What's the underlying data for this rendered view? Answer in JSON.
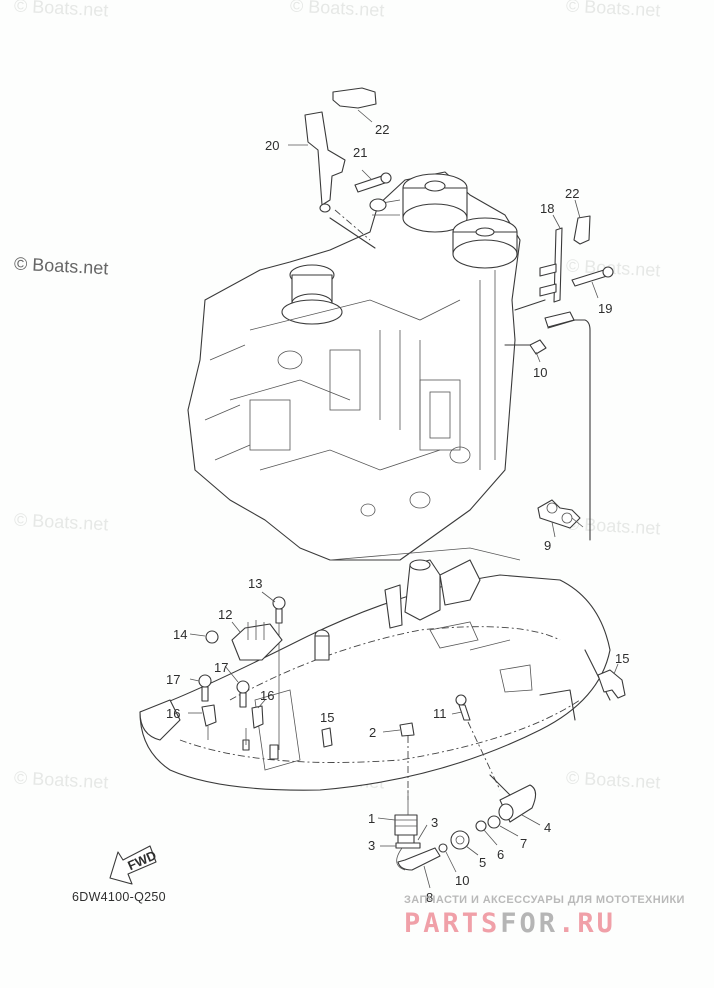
{
  "diagram": {
    "title_code": "6DW4100-Q250",
    "fwd_label": "FWD",
    "callouts": [
      {
        "id": "c22a",
        "text": "22"
      },
      {
        "id": "c20",
        "text": "20"
      },
      {
        "id": "c21",
        "text": "21"
      },
      {
        "id": "c22b",
        "text": "22"
      },
      {
        "id": "c18",
        "text": "18"
      },
      {
        "id": "c19",
        "text": "19"
      },
      {
        "id": "c10a",
        "text": "10"
      },
      {
        "id": "c9",
        "text": "9"
      },
      {
        "id": "c13",
        "text": "13"
      },
      {
        "id": "c12",
        "text": "12"
      },
      {
        "id": "c14",
        "text": "14"
      },
      {
        "id": "c17a",
        "text": "17"
      },
      {
        "id": "c17b",
        "text": "17"
      },
      {
        "id": "c16a",
        "text": "16"
      },
      {
        "id": "c16b",
        "text": "16"
      },
      {
        "id": "c15a",
        "text": "15"
      },
      {
        "id": "c15b",
        "text": "15"
      },
      {
        "id": "c11",
        "text": "11"
      },
      {
        "id": "c2",
        "text": "2"
      },
      {
        "id": "c1",
        "text": "1"
      },
      {
        "id": "c3a",
        "text": "3"
      },
      {
        "id": "c3b",
        "text": "3"
      },
      {
        "id": "c4",
        "text": "4"
      },
      {
        "id": "c7",
        "text": "7"
      },
      {
        "id": "c6",
        "text": "6"
      },
      {
        "id": "c5",
        "text": "5"
      },
      {
        "id": "c10b",
        "text": "10"
      },
      {
        "id": "c8",
        "text": "8"
      }
    ]
  },
  "watermarks": {
    "text": "© Boats.net"
  },
  "promo": {
    "tagline": "ЗАПЧАСТИ И АКСЕССУАРЫ ДЛЯ МОТОТЕХНИКИ",
    "brand_part1": "PARTS",
    "brand_part2": "FOR",
    "brand_part3": ".RU",
    "colors": {
      "pink": "#f0a0a8",
      "gray": "#b5b5b5"
    }
  }
}
